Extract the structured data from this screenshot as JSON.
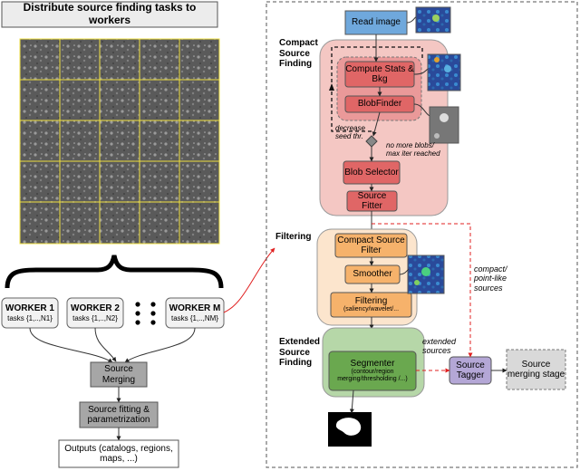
{
  "left": {
    "header": "Distribute source finding tasks to workers",
    "workers": [
      {
        "name": "WORKER 1",
        "tasks": "tasks {1,..,N1}"
      },
      {
        "name": "WORKER 2",
        "tasks": "tasks {1,..,N2}"
      },
      {
        "name": "WORKER M",
        "tasks": "tasks {1,..,NM}"
      }
    ],
    "merging": "Source Merging",
    "fitting": "Source fitting & parametrization",
    "outputs": "Outputs (catalogs, regions, maps, ...)"
  },
  "compact": {
    "label": "Compact Source Finding",
    "read_image": "Read image",
    "compute": "Compute Stats & Bkg",
    "blobfinder": "BlobFinder",
    "decrease": "decrease seed thr.",
    "no_more": "no more blobs/ max iter reached",
    "blob_selector": "Blob Selector",
    "source_fitter": "Source Fitter"
  },
  "filtering": {
    "label": "Filtering",
    "compact_filter": "Compact Source Filter",
    "smoother": "Smoother",
    "filtering": "Filtering",
    "filtering_sub": "(saliency/wavelet/..."
  },
  "extended": {
    "label": "Extended Source Finding",
    "segmenter": "Segmenter",
    "segmenter_sub": "(contour/region merging/thresholding /...)",
    "extended_sources": "extended sources",
    "compact_sources": "compact/ point-like sources",
    "source_tagger": "Source Tagger",
    "merging_stage": "Source merging stage"
  },
  "colors": {
    "grey_box": "#a6a6a6",
    "worker_box": "#f2f2f2",
    "blue_box": "#6fa8dc",
    "red_group": "#f4c7c3",
    "red_box": "#e06666",
    "orange_group": "#fce5cd",
    "orange_box": "#f6b26b",
    "green_group": "#b6d7a8",
    "green_box": "#6aa84f",
    "purple_box": "#b4a7d6",
    "red_arrow": "#e02020"
  }
}
